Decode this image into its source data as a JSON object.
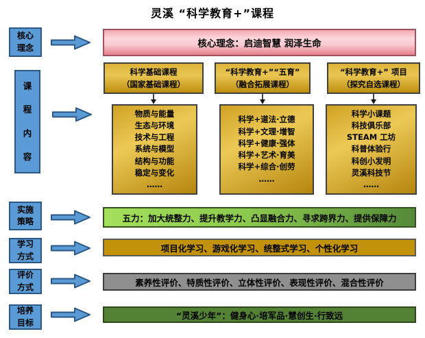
{
  "title": "灵溪 “科学教育+”课程",
  "sidebar": {
    "core_concept": [
      "核心",
      "理念"
    ],
    "curriculum_content": [
      "课",
      "程",
      "内",
      "容"
    ],
    "implementation_strategy": [
      "实施",
      "策略"
    ],
    "learning_methods": [
      "学习",
      "方式"
    ],
    "evaluation_methods": [
      "评价",
      "方式"
    ],
    "training_goals": [
      "培养",
      "目标"
    ]
  },
  "banners": {
    "core_concept": "核心理念：启迪智慧 润泽生命",
    "strategy": "五力：加大统整力、提升教学力、凸显融合力、寻求跨界力、提供保障力",
    "learning": "项目化学习、游戏化学习、统整式学习、个性化学习",
    "evaluation": "素养性评价、特质性评价、立体性评价、表现性评价、混合性评价",
    "goal": "“灵溪少年”：健身心·培军品·慧创生·行致远"
  },
  "course_columns": [
    {
      "header": [
        "科学基础课程",
        "（国家基础课程）"
      ],
      "items": [
        "物质与能量",
        "生态与环境",
        "技术与工程",
        "系统与模型",
        "结构与功能",
        "稳定与变化",
        "……"
      ]
    },
    {
      "header": [
        "“科学教育+”“五育”",
        "（融合拓展课程）"
      ],
      "items": [
        "科学+道法·立德",
        "科学+文理·增智",
        "科学+健康·强体",
        "科学+艺术·育美",
        "科学+综合·创劳",
        "……"
      ]
    },
    {
      "header": [
        "“科学教育+” 项目",
        "（探究自选课程）"
      ],
      "items": [
        "科学小课题",
        "科技俱乐部",
        "STEAM 工坊",
        "科普体验行",
        "科创小发明",
        "灵溪科技节",
        "……"
      ]
    }
  ],
  "icons": {
    "right_arrow": "right-arrow-icon",
    "down_arrow": "down-arrow-icon"
  },
  "colors": {
    "label_blue": "#5B9BD5",
    "label_border": "#2A5784",
    "pink_light": "#FBD6DA",
    "pink_dark": "#E67F8D",
    "gold_light": "#ECC956",
    "gold_dark": "#BE8F10",
    "strategy_green_light": "#A4E05C",
    "strategy_green_dark": "#558A3A",
    "learning_gold": "#C3920B",
    "evaluation_gray": "#8F8F8F",
    "goal_green": "#548235"
  }
}
